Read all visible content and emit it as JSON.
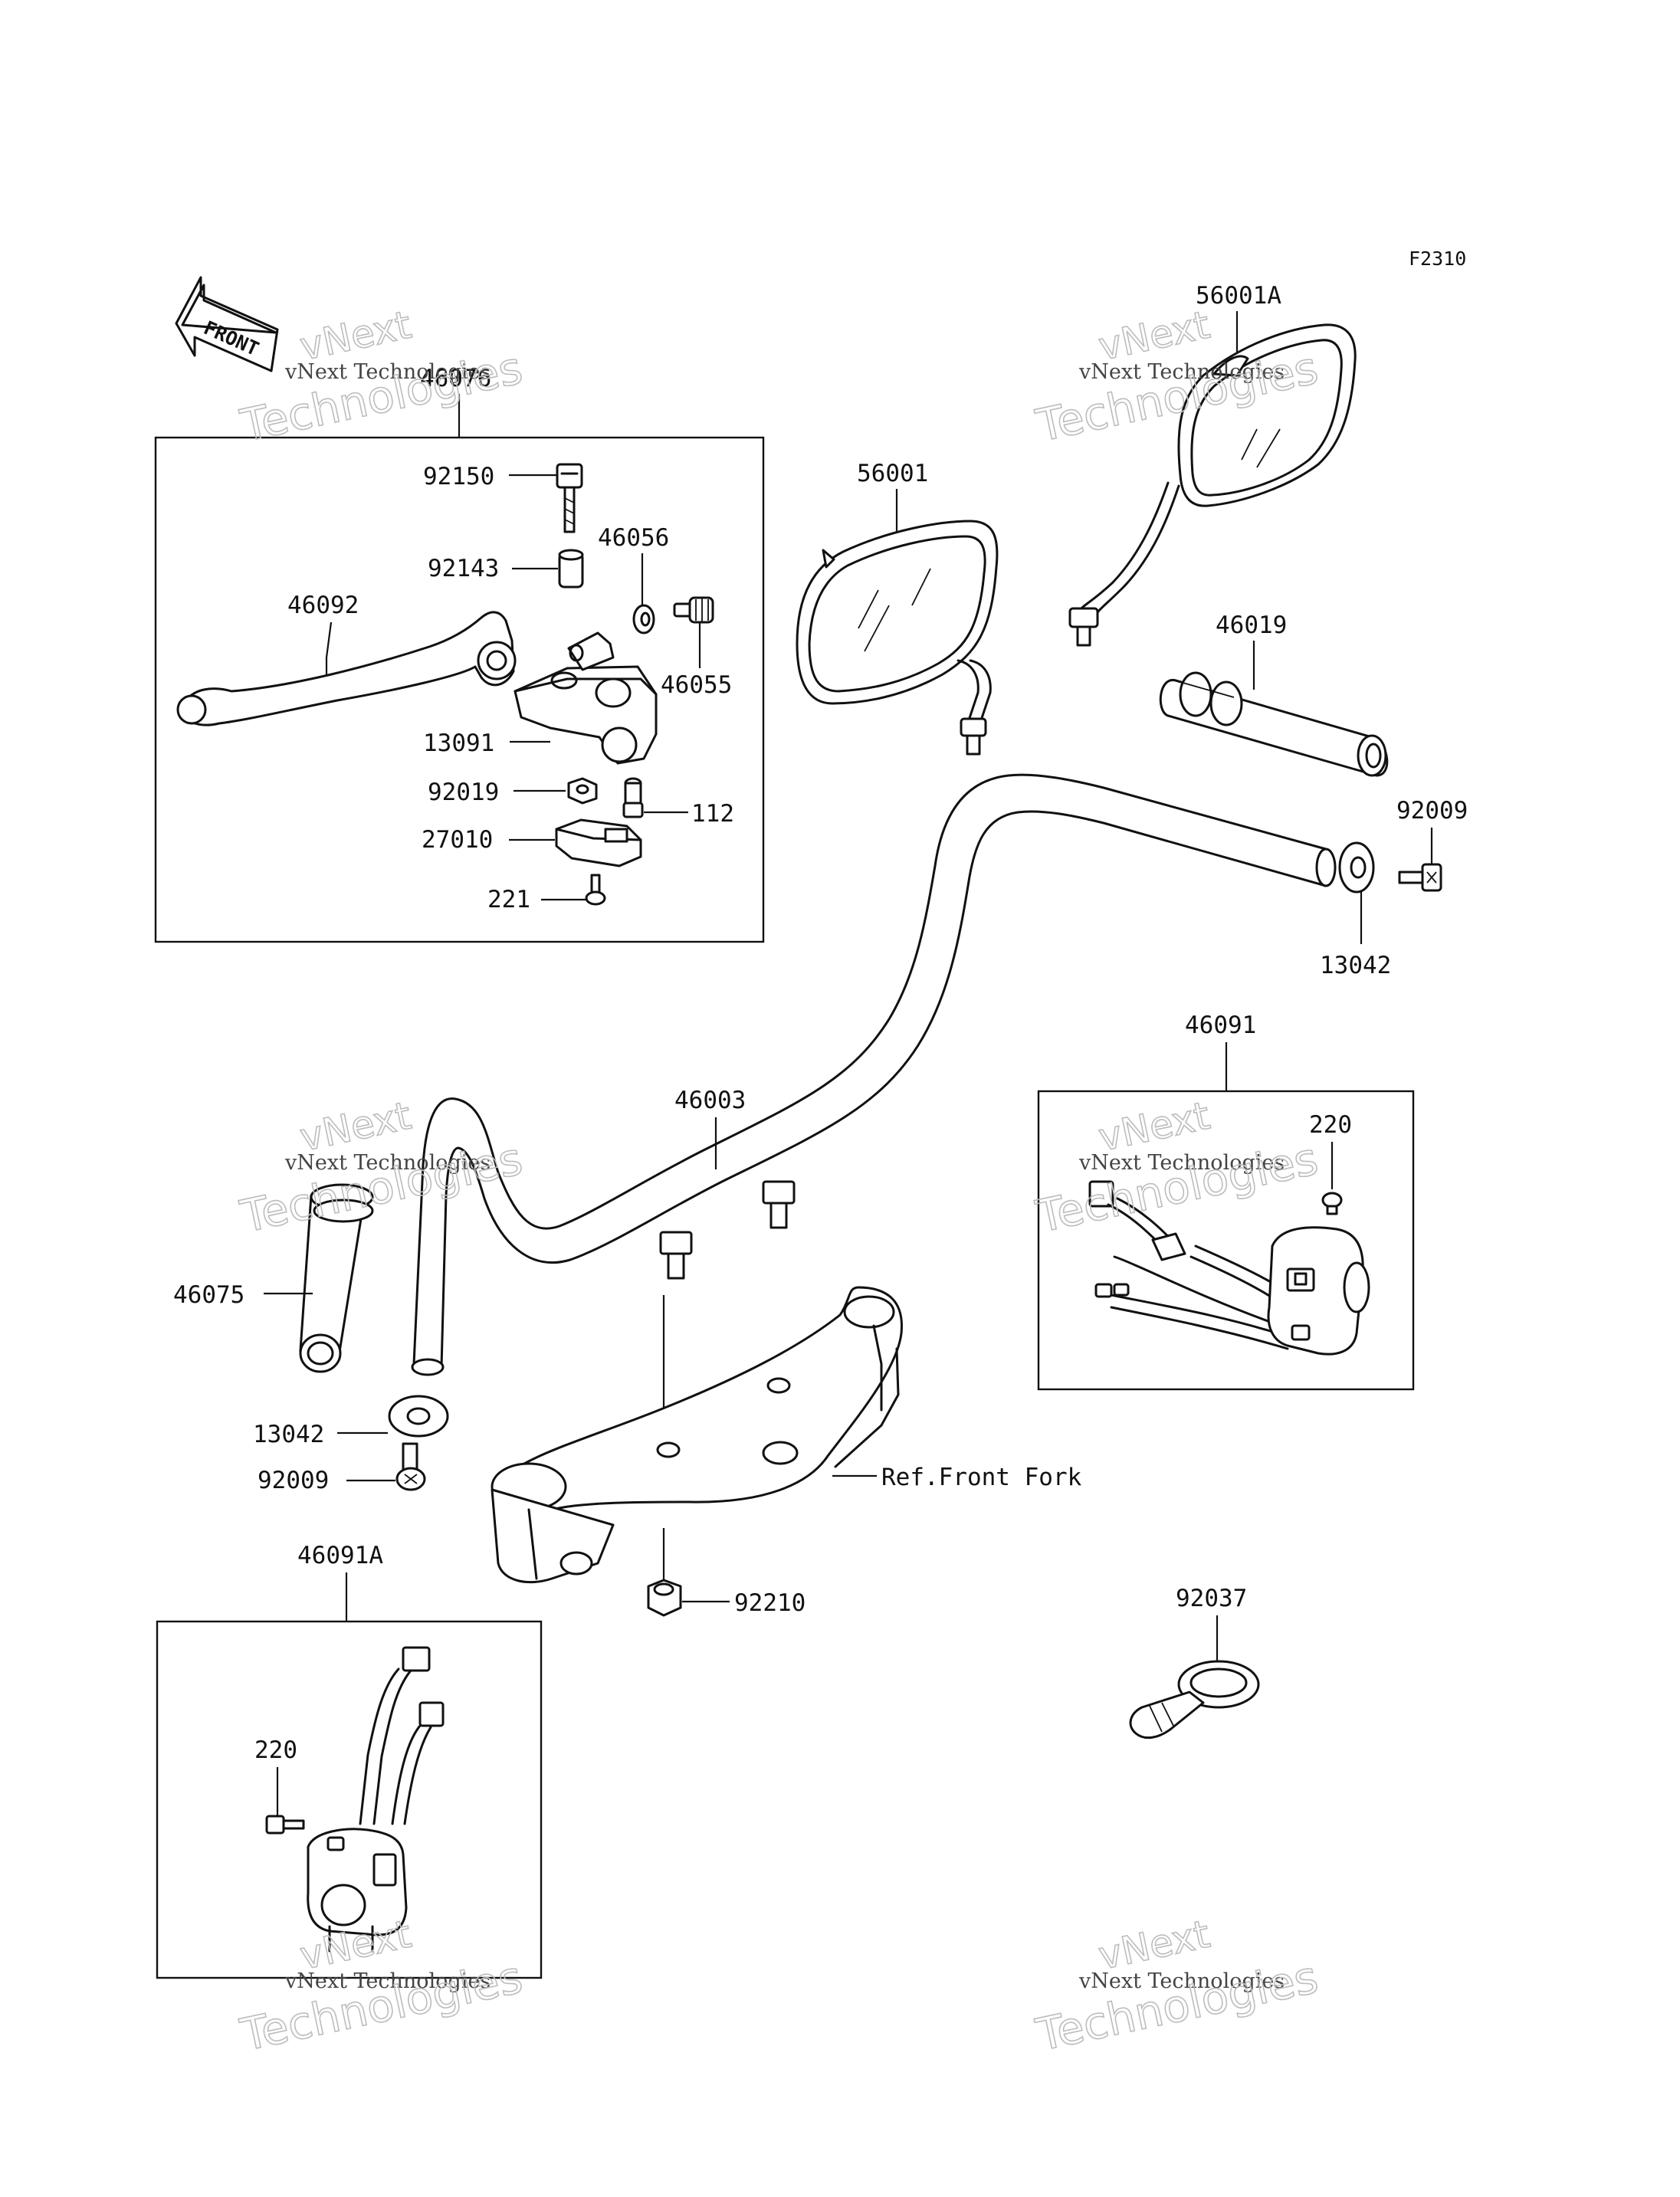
{
  "figure_code": "F2310",
  "front_arrow_label": "FRONT",
  "reference_note": "Ref.Front Fork",
  "watermark": {
    "line1": "vNext",
    "line2": "vNext Technologies",
    "line3": "Technologies"
  },
  "parts": {
    "p46076": "46076",
    "p92150": "92150",
    "p92143": "92143",
    "p46056": "46056",
    "p46092": "46092",
    "p46055": "46055",
    "p13091": "13091",
    "p92019": "92019",
    "p112": "112",
    "p27010": "27010",
    "p221": "221",
    "p56001": "56001",
    "p56001A": "56001A",
    "p46019": "46019",
    "p92009_right": "92009",
    "p13042_right": "13042",
    "p46091": "46091",
    "p220_right": "220",
    "p46003": "46003",
    "p46075": "46075",
    "p13042_left": "13042",
    "p92009_left": "92009",
    "p46091A": "46091A",
    "p220_left": "220",
    "p92210": "92210",
    "p92037": "92037"
  }
}
